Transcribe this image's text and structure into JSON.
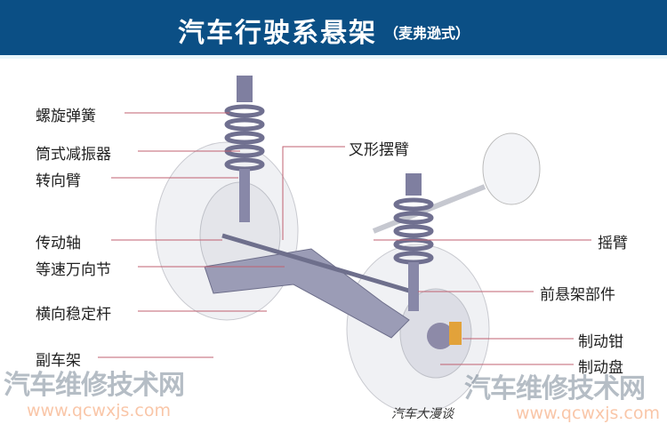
{
  "header": {
    "title": "汽车行驶系悬架",
    "subtitle": "（麦弗逊式）"
  },
  "labels_left": [
    "螺旋弹簧",
    "筒式减振器",
    "转向臂",
    "传动轴",
    "等速万向节",
    "横向稳定杆",
    "副车架"
  ],
  "labels_right": [
    "叉形摆臂",
    "摇臂",
    "前悬架部件",
    "制动钳",
    "制动盘"
  ],
  "watermark": {
    "site_name": "汽车维修技术网",
    "url": "www.qcwxjs.com",
    "account": "汽车大漫谈"
  },
  "colors": {
    "header_bg": "#0b4f85",
    "watermark_url": "#f5a06e"
  }
}
